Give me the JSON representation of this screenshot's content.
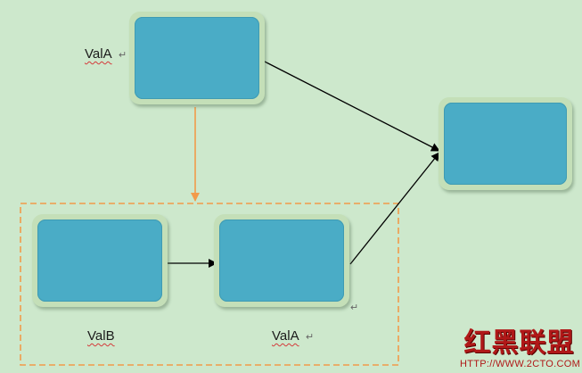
{
  "labels": {
    "top_node": "ValA",
    "bottom_left_node": "ValB",
    "bottom_right_node": "ValA"
  },
  "marks": {
    "paragraph_mark": "↵"
  },
  "watermark": {
    "title": "红黑联盟",
    "url": "HTTP://WWW.2CTO.COM"
  },
  "colors": {
    "background": "#cde8cc",
    "node_fill": "#4aacc6",
    "node_border": "#c4dfb8",
    "connector_orange": "#f29a4a",
    "arrow_black": "#000000",
    "watermark_red": "#b01818"
  },
  "icons": {
    "arrow_head": "filled-triangle",
    "group_outline": "dashed-rectangle"
  }
}
